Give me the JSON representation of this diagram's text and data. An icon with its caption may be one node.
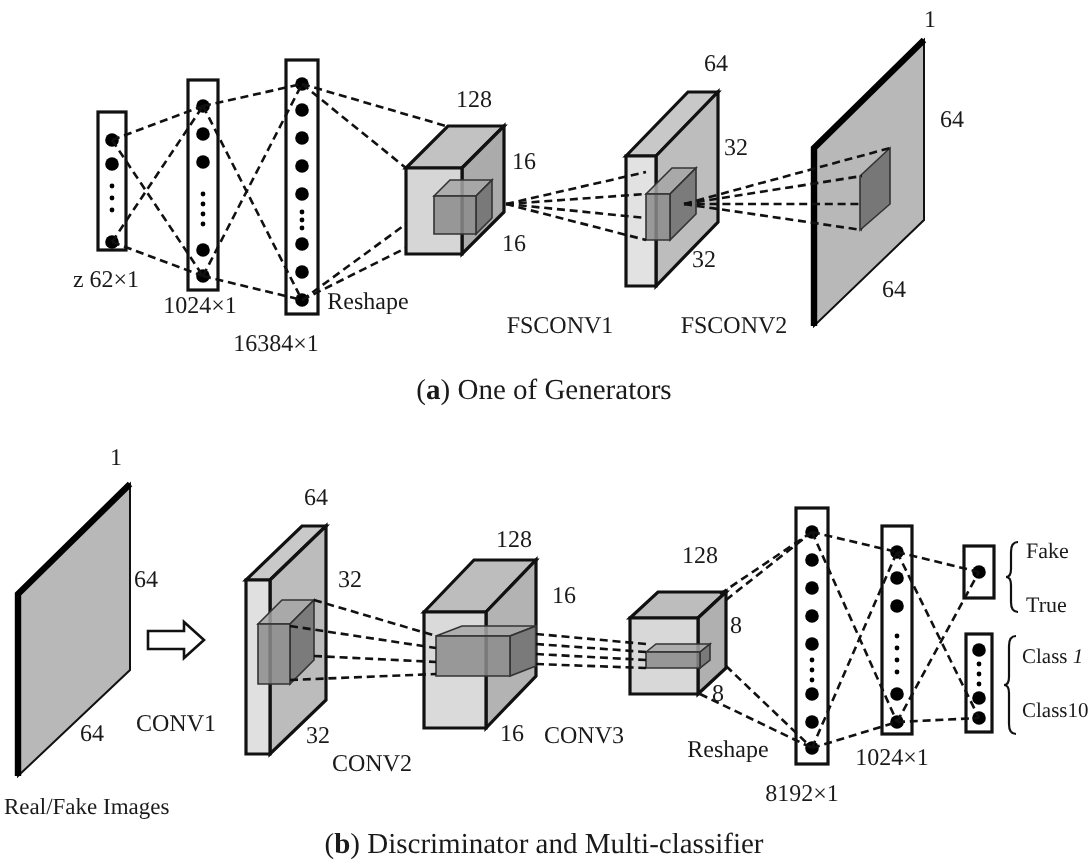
{
  "diagram": {
    "nodes": [
      {
        "text": [],
        "shape": "bar",
        "beside": [
          "z 62×1"
        ]
      },
      {
        "text": [],
        "shape": "bar",
        "beside": [
          "1024×1"
        ]
      },
      {
        "text": [],
        "shape": "bar",
        "beside": [
          "16384×1"
        ]
      },
      {
        "text": [],
        "shape": "cube",
        "beside": [
          "128",
          "16",
          "16"
        ]
      },
      {
        "text": [],
        "shape": "cube",
        "beside": [
          "64",
          "32",
          "32"
        ]
      },
      {
        "text": [],
        "shape": "parallelogram",
        "beside": [
          "1",
          "64",
          "64"
        ]
      },
      {
        "text": [],
        "shape": "parallelogram",
        "beside": [
          "1",
          "64",
          "64",
          "Real/Fake Images"
        ]
      },
      {
        "text": [],
        "shape": "cube",
        "beside": [
          "64",
          "32",
          "32"
        ]
      },
      {
        "text": [],
        "shape": "cube",
        "beside": [
          "128",
          "16",
          "16"
        ]
      },
      {
        "text": [],
        "shape": "cube",
        "beside": [
          "128",
          "8",
          "8"
        ]
      },
      {
        "text": [],
        "shape": "bar",
        "beside": [
          "8192×1"
        ]
      },
      {
        "text": [],
        "shape": "bar",
        "beside": [
          "1024×1"
        ]
      },
      {
        "text": [],
        "shape": "bar",
        "beside": [
          "Fake",
          "True"
        ]
      },
      {
        "text": [],
        "shape": "bar",
        "beside": [
          "Class *1*",
          "Class10"
        ]
      }
    ],
    "edges": [
      {
        "from": 0,
        "to": 1,
        "arrow": "none",
        "style": "dashed"
      },
      {
        "from": 0,
        "to": 1,
        "arrow": "none",
        "style": "dashed"
      },
      {
        "from": 0,
        "to": 1,
        "arrow": "none",
        "style": "dashed"
      },
      {
        "from": 0,
        "to": 1,
        "arrow": "none",
        "style": "dashed"
      },
      {
        "from": 1,
        "to": 2,
        "arrow": "none",
        "style": "dashed"
      },
      {
        "from": 1,
        "to": 2,
        "arrow": "none",
        "style": "dashed"
      },
      {
        "from": 1,
        "to": 2,
        "arrow": "none",
        "style": "dashed"
      },
      {
        "from": 1,
        "to": 2,
        "arrow": "none",
        "style": "dashed"
      },
      {
        "from": 2,
        "to": 3,
        "arrow": "none",
        "style": "dashed"
      },
      {
        "from": 2,
        "to": 3,
        "arrow": "none",
        "style": "dashed"
      },
      {
        "from": 2,
        "to": 3,
        "arrow": "none",
        "style": "dashed"
      },
      {
        "from": 2,
        "to": 3,
        "arrow": "none",
        "style": "dashed"
      },
      {
        "from": 3,
        "to": 4,
        "arrow": "none",
        "style": "dashed"
      },
      {
        "from": 3,
        "to": 4,
        "arrow": "none",
        "style": "dashed"
      },
      {
        "from": 3,
        "to": 4,
        "arrow": "none",
        "style": "dashed"
      },
      {
        "from": 3,
        "to": 4,
        "arrow": "none",
        "style": "dashed"
      },
      {
        "from": 4,
        "to": 5,
        "arrow": "none",
        "style": "dashed"
      },
      {
        "from": 4,
        "to": 5,
        "arrow": "none",
        "style": "dashed"
      },
      {
        "from": 4,
        "to": 5,
        "arrow": "none",
        "style": "dashed"
      },
      {
        "from": 4,
        "to": 5,
        "arrow": "none",
        "style": "dashed"
      },
      {
        "from": 6,
        "to": 7,
        "arrow": "to",
        "style": "thick"
      },
      {
        "from": 7,
        "to": 8,
        "arrow": "none",
        "style": "dashed"
      },
      {
        "from": 7,
        "to": 8,
        "arrow": "none",
        "style": "dashed"
      },
      {
        "from": 7,
        "to": 8,
        "arrow": "none",
        "style": "dashed"
      },
      {
        "from": 7,
        "to": 8,
        "arrow": "none",
        "style": "dashed"
      },
      {
        "from": 8,
        "to": 9,
        "arrow": "none",
        "style": "dashed"
      },
      {
        "from": 8,
        "to": 9,
        "arrow": "none",
        "style": "dashed"
      },
      {
        "from": 8,
        "to": 9,
        "arrow": "none",
        "style": "dashed"
      },
      {
        "from": 8,
        "to": 9,
        "arrow": "none",
        "style": "dashed"
      },
      {
        "from": 9,
        "to": 10,
        "arrow": "none",
        "style": "dashed"
      },
      {
        "from": 9,
        "to": 10,
        "arrow": "none",
        "style": "dashed"
      },
      {
        "from": 9,
        "to": 10,
        "arrow": "none",
        "style": "dashed"
      },
      {
        "from": 9,
        "to": 10,
        "arrow": "none",
        "style": "dashed"
      },
      {
        "from": 10,
        "to": 11,
        "arrow": "none",
        "style": "dashed"
      },
      {
        "from": 10,
        "to": 11,
        "arrow": "none",
        "style": "dashed"
      },
      {
        "from": 10,
        "to": 11,
        "arrow": "none",
        "style": "dashed"
      },
      {
        "from": 10,
        "to": 11,
        "arrow": "none",
        "style": "dashed"
      },
      {
        "from": 11,
        "to": 12,
        "arrow": "none",
        "style": "dashed"
      },
      {
        "from": 11,
        "to": 12,
        "arrow": "none",
        "style": "dashed"
      },
      {
        "from": 11,
        "to": 13,
        "arrow": "none",
        "style": "dashed"
      },
      {
        "from": 11,
        "to": 13,
        "arrow": "none",
        "style": "dashed"
      }
    ],
    "labels": [
      "Reshape",
      "FSCONV1",
      "FSCONV2",
      "(**a**) One of Generators",
      "CONV1",
      "CONV2",
      "CONV3",
      "Reshape",
      "(**b**) Discriminator and Multi-classifier"
    ]
  }
}
